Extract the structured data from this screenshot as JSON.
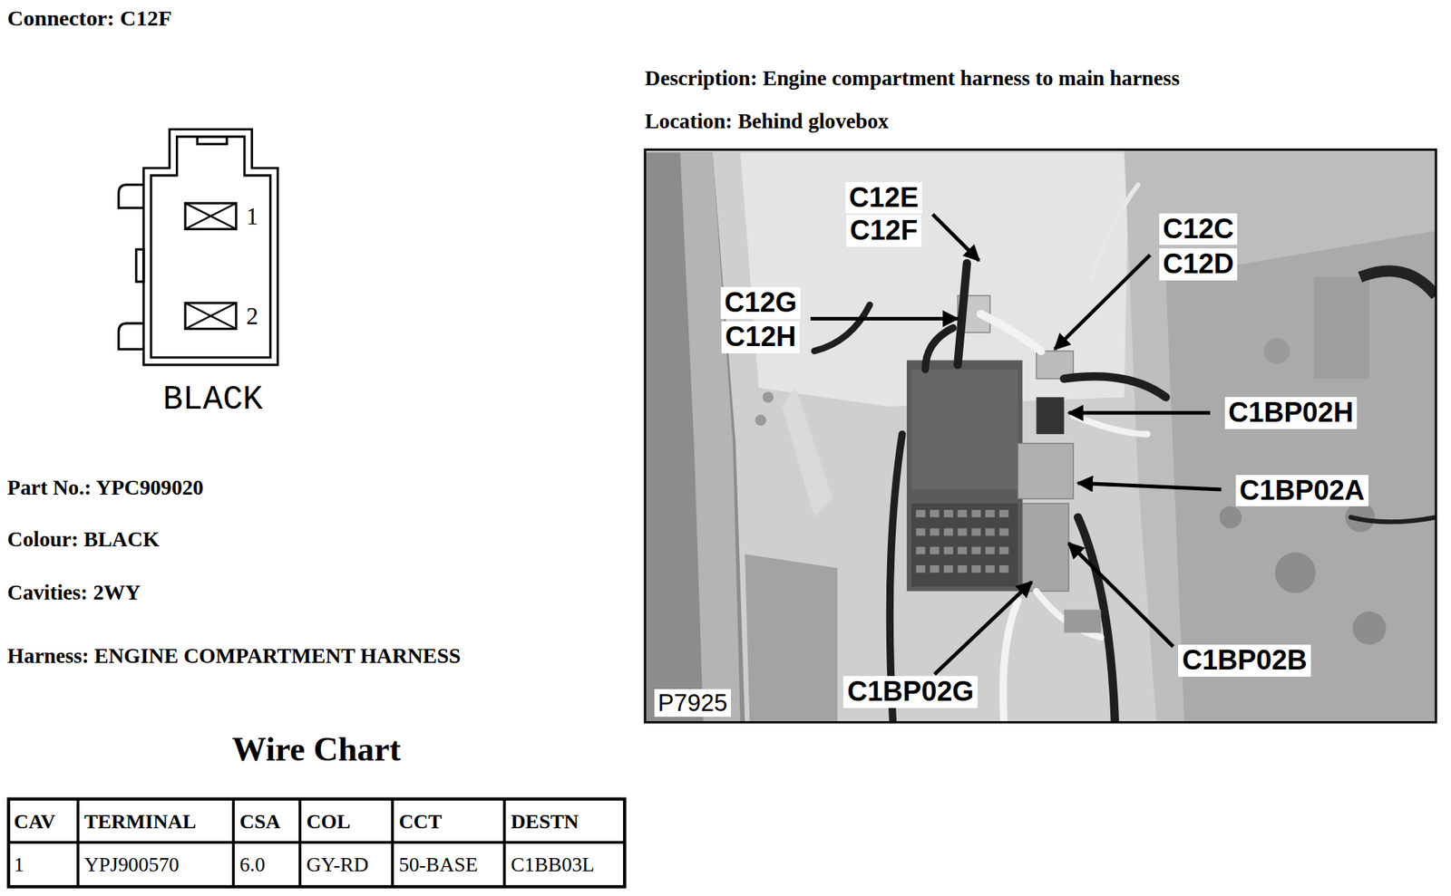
{
  "diagram": {
    "title": "Connector: C12F",
    "labels": [
      "1",
      "2",
      "BLACK",
      "Part No.: YPC909020",
      "Colour: BLACK",
      "Cavities: 2WY",
      "Harness: ENGINE COMPARTMENT HARNESS",
      "Wire Chart",
      "CAV",
      "TERMINAL",
      "CSA",
      "COL",
      "CCT",
      "DESTN",
      "1",
      "YPJ900570",
      "6.0",
      "GY-RD",
      "50-BASE",
      "C1BB03L",
      "Description: Engine compartment harness to main harness",
      "Location: Behind glovebox",
      "C12E",
      "C12F",
      "C12C",
      "C12D",
      "C12G",
      "C12H",
      "C1BP02H",
      "C1BP02A",
      "C1BP02B",
      "C1BP02G",
      "P7925"
    ]
  }
}
